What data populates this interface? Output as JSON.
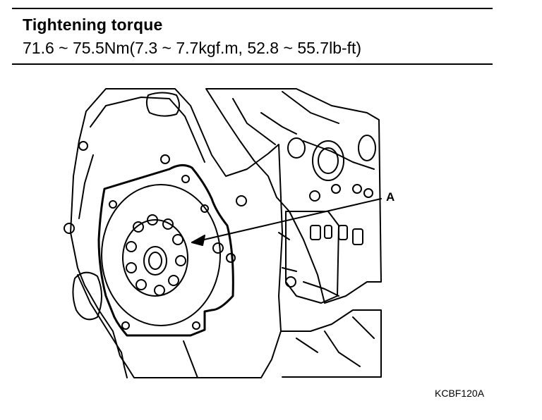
{
  "spec": {
    "title": "Tightening torque",
    "value": "71.6 ~ 75.5Nm(7.3 ~ 7.7kgf.m, 52.8 ~ 55.7lb-ft)"
  },
  "callout": {
    "label": "A"
  },
  "figure": {
    "code": "KCBF120A"
  }
}
